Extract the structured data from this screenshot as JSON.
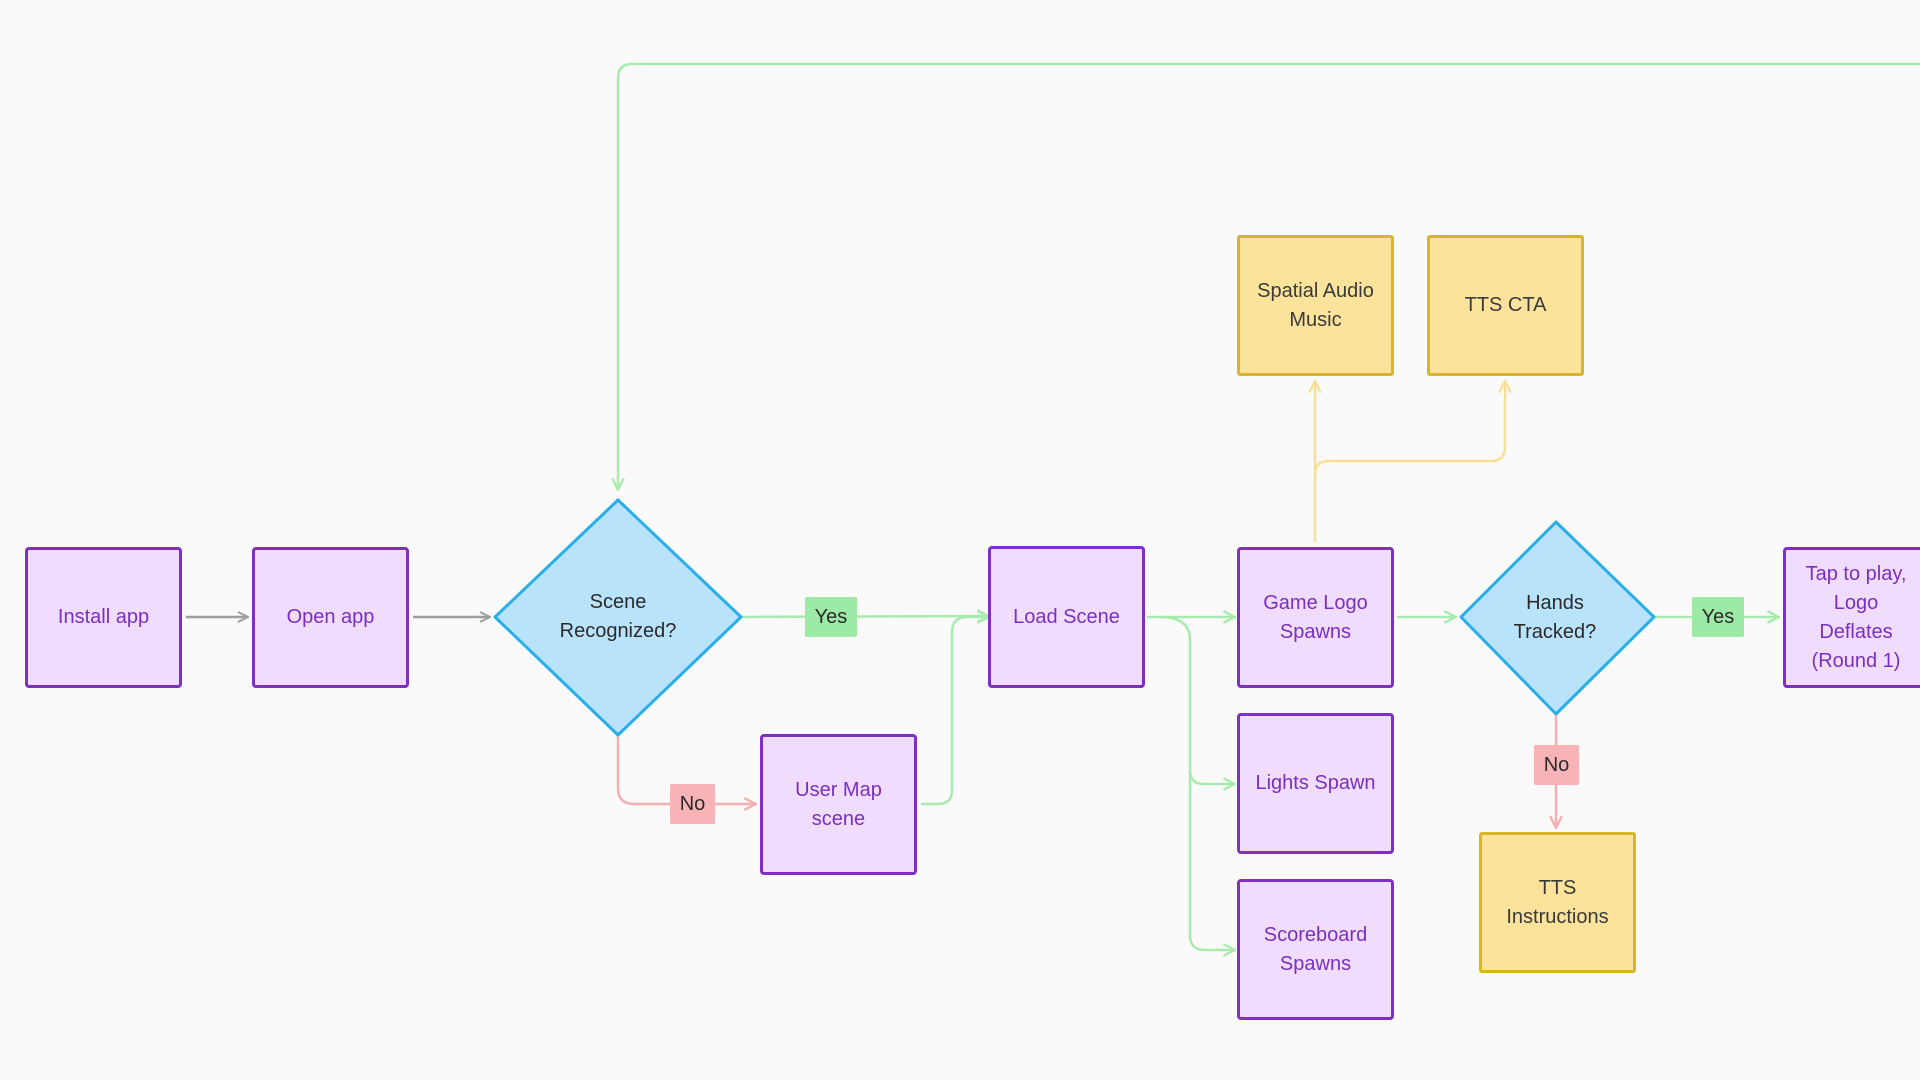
{
  "colors": {
    "background": "#fafafa",
    "process_fill": "#f0dcfc",
    "process_border": "#7e2fc4",
    "process_text": "#7b2fbf",
    "note_fill": "#fbe39b",
    "note_border": "#d9b52a",
    "decision_fill": "#b9e2fb",
    "decision_border": "#2aaeea",
    "yes_connector": "#a7ecae",
    "no_connector": "#f5aeb2",
    "neutral_connector": "#9e9e9e",
    "note_connector": "#f8df96"
  },
  "nodes": {
    "install_app": "Install app",
    "open_app": "Open app",
    "scene_recognized": "Scene\nRecognized?",
    "user_map_scene": "User Map\nscene",
    "load_scene": "Load Scene",
    "game_logo_spawns": "Game Logo\nSpawns",
    "lights_spawn": "Lights Spawn",
    "scoreboard_spawns": "Scoreboard\nSpawns",
    "spatial_audio_music": "Spatial Audio\nMusic",
    "tts_cta": "TTS CTA",
    "hands_tracked": "Hands\nTracked?",
    "tts_instructions": "TTS\nInstructions",
    "tap_to_play": "Tap to play,\nLogo Deflates\n(Round 1)"
  },
  "labels": {
    "yes_1": "Yes",
    "no_1": "No",
    "yes_2": "Yes",
    "no_2": "No"
  }
}
